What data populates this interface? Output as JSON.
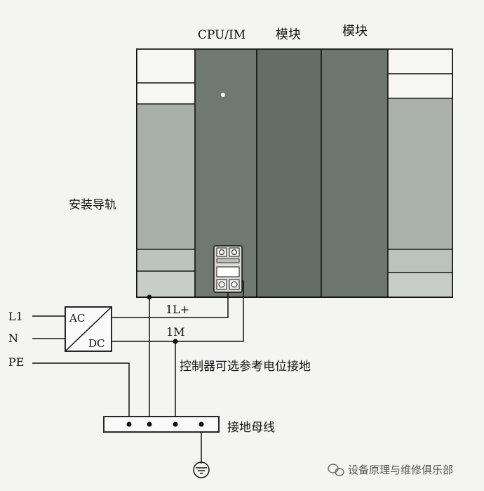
{
  "labels": {
    "cpu": "CPU/IM",
    "module1": "模块",
    "module2": "模块",
    "rail": "安装导轨",
    "l1": "L1",
    "n": "N",
    "pe": "PE",
    "ac": "AC",
    "dc": "DC",
    "plus": "1L+",
    "minus": "1M",
    "optional_ground": "控制器可选参考电位接地",
    "busbar": "接地母线"
  },
  "watermark": "设备原理与维修俱乐部",
  "colors": {
    "module": "#6f7871",
    "module_dark": "#5f6862",
    "rail_light": "#a9b0aa",
    "line": "#111111"
  }
}
